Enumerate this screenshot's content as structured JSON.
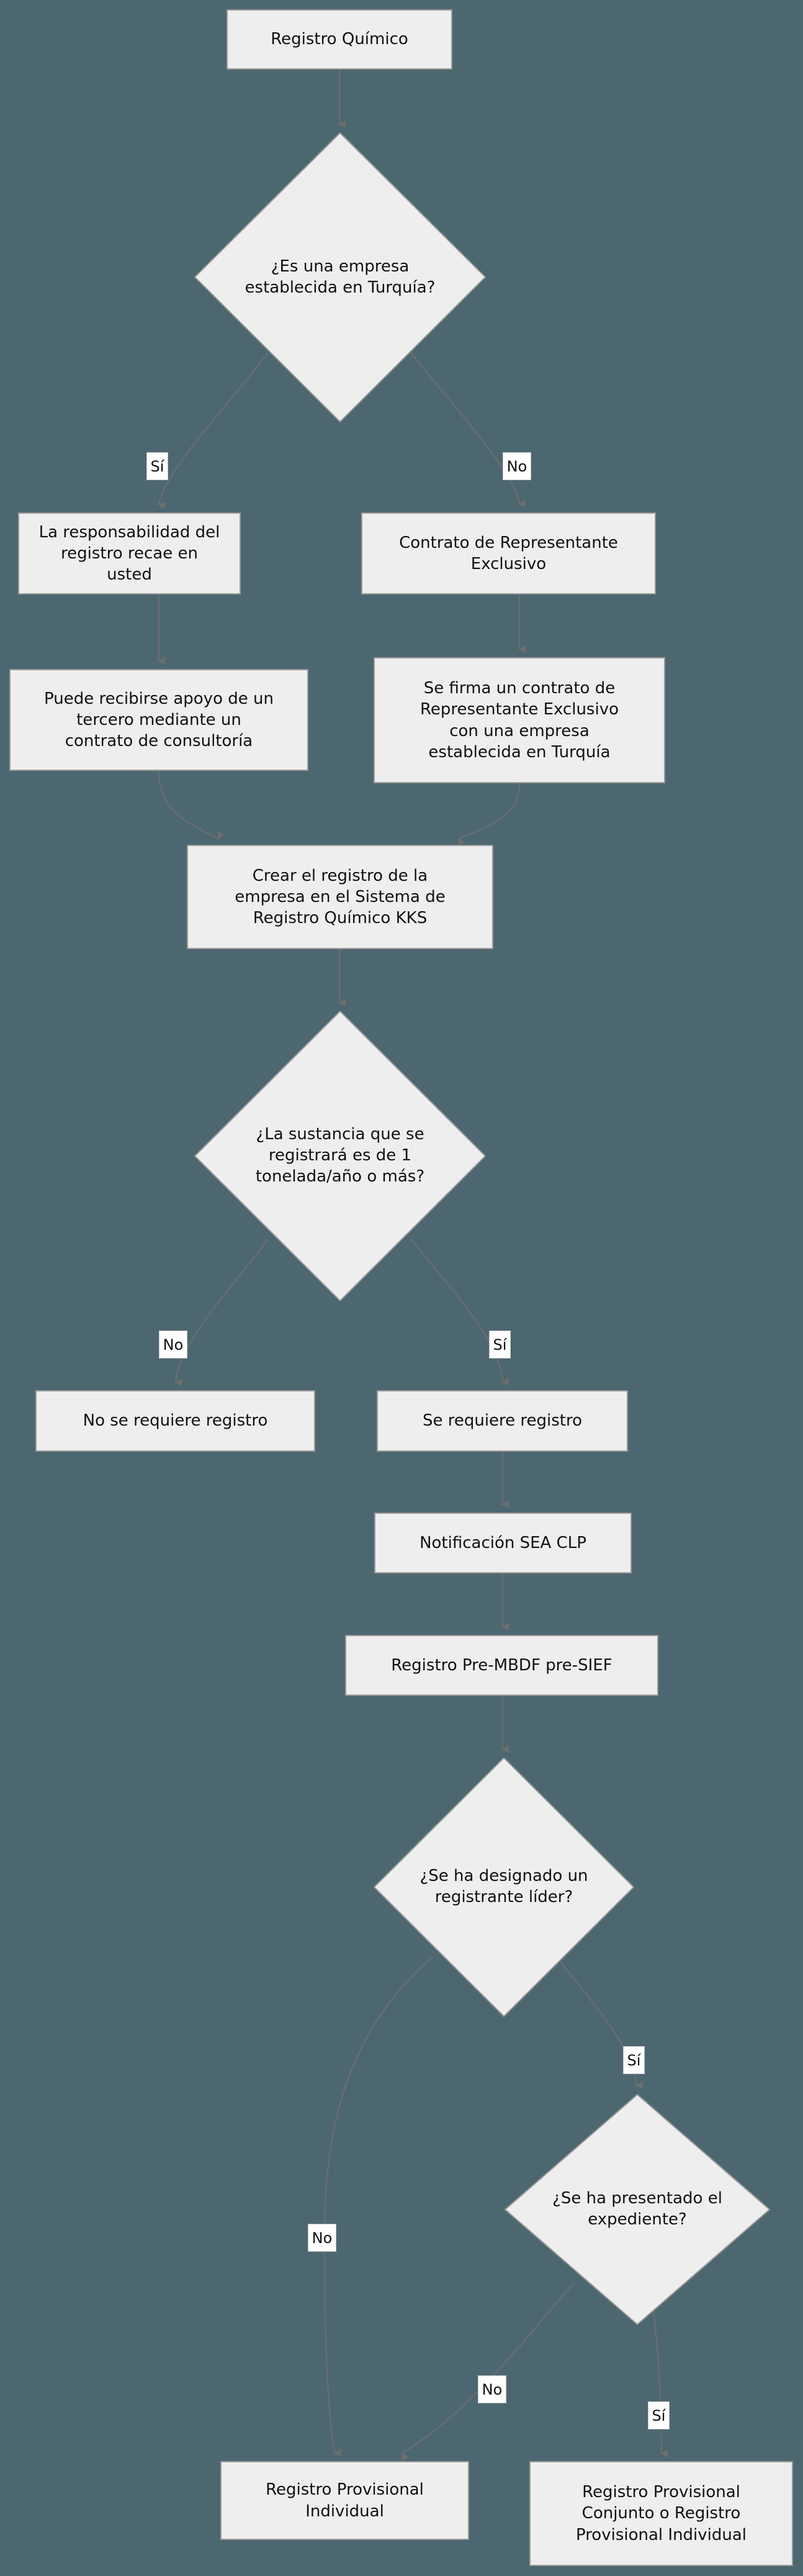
{
  "colors": {
    "background": "#4d6770",
    "node_fill": "#eeeeee",
    "node_border": "#9a9a9a",
    "edge": "#6e6e6e",
    "label_bg": "#ffffff"
  },
  "nodes": {
    "start": {
      "text": "Registro Químico"
    },
    "q_turkey": {
      "text": "¿Es una empresa establecida en Turquía?"
    },
    "responsibility": {
      "text": "La responsabilidad del registro recae en usted"
    },
    "exclusive_contract": {
      "text": "Contrato de Representante Exclusivo"
    },
    "consultancy": {
      "text": "Puede recibirse apoyo de un tercero mediante un contrato de consultoría"
    },
    "sign_contract": {
      "text": "Se firma un contrato de Representante Exclusivo con una empresa establecida en Turquía"
    },
    "create_company": {
      "text": "Crear el registro de la empresa en el Sistema de Registro Químico KKS"
    },
    "q_tonnage": {
      "text": "¿La sustancia que se registrará es de 1 tonelada/año o más?"
    },
    "no_registration": {
      "text": "No se requiere registro"
    },
    "registration_required": {
      "text": "Se requiere registro"
    },
    "sea_clp": {
      "text": "Notificación SEA CLP"
    },
    "pre_mbdf": {
      "text": "Registro Pre-MBDF pre-SIEF"
    },
    "q_lead": {
      "text": "¿Se ha designado un registrante líder?"
    },
    "q_dossier": {
      "text": "¿Se ha presentado el expediente?"
    },
    "individual": {
      "text": "Registro Provisional Individual"
    },
    "joint_or_individual": {
      "text": "Registro Provisional Conjunto o Registro Provisional Individual"
    }
  },
  "edge_labels": {
    "turkey_yes": "Sí",
    "turkey_no": "No",
    "tonnage_no": "No",
    "tonnage_yes": "Sí",
    "lead_yes": "Sí",
    "lead_no": "No",
    "dossier_no": "No",
    "dossier_yes": "Sí"
  },
  "edges": [
    {
      "from": "start",
      "to": "q_turkey"
    },
    {
      "from": "q_turkey",
      "to": "responsibility",
      "label": "Sí"
    },
    {
      "from": "q_turkey",
      "to": "exclusive_contract",
      "label": "No"
    },
    {
      "from": "responsibility",
      "to": "consultancy"
    },
    {
      "from": "exclusive_contract",
      "to": "sign_contract"
    },
    {
      "from": "consultancy",
      "to": "create_company"
    },
    {
      "from": "sign_contract",
      "to": "create_company"
    },
    {
      "from": "create_company",
      "to": "q_tonnage"
    },
    {
      "from": "q_tonnage",
      "to": "no_registration",
      "label": "No"
    },
    {
      "from": "q_tonnage",
      "to": "registration_required",
      "label": "Sí"
    },
    {
      "from": "registration_required",
      "to": "sea_clp"
    },
    {
      "from": "sea_clp",
      "to": "pre_mbdf"
    },
    {
      "from": "pre_mbdf",
      "to": "q_lead"
    },
    {
      "from": "q_lead",
      "to": "q_dossier",
      "label": "Sí"
    },
    {
      "from": "q_lead",
      "to": "individual",
      "label": "No"
    },
    {
      "from": "q_dossier",
      "to": "individual",
      "label": "No"
    },
    {
      "from": "q_dossier",
      "to": "joint_or_individual",
      "label": "Sí"
    }
  ]
}
